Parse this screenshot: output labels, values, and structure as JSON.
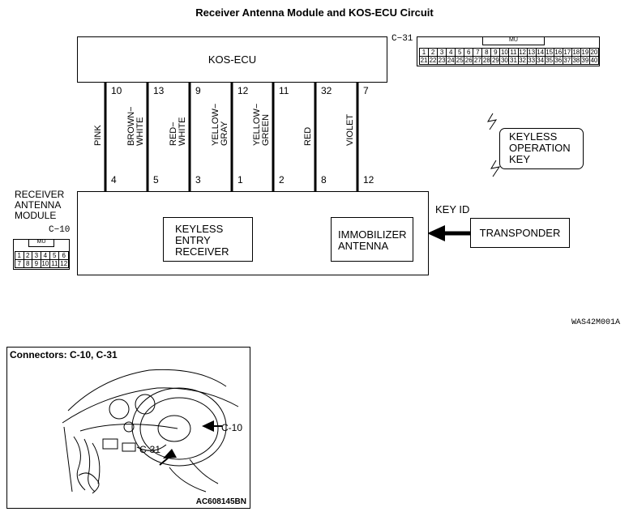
{
  "title": "Receiver Antenna  Module and KOS-ECU Circuit",
  "kos_ecu": {
    "label": "KOS-ECU",
    "connector_id": "C−31",
    "connector_tag": "MU",
    "connector_pins_row1": [
      "1",
      "2",
      "3",
      "4",
      "5",
      "6",
      "7",
      "8",
      "9",
      "10",
      "11",
      "12",
      "13",
      "14",
      "15",
      "16",
      "17",
      "18",
      "19",
      "20"
    ],
    "connector_pins_row2": [
      "21",
      "22",
      "23",
      "24",
      "25",
      "26",
      "27",
      "28",
      "29",
      "30",
      "31",
      "32",
      "33",
      "34",
      "35",
      "36",
      "37",
      "38",
      "39",
      "40"
    ]
  },
  "wires": [
    {
      "top_pin": "10",
      "color": "PINK",
      "bottom_pin": "4"
    },
    {
      "top_pin": "13",
      "color": "BROWN−\nWHITE",
      "bottom_pin": "5"
    },
    {
      "top_pin": "9",
      "color": "RED−\nWHITE",
      "bottom_pin": "3"
    },
    {
      "top_pin": "12",
      "color": "YELLOW−\nGRAY",
      "bottom_pin": "1"
    },
    {
      "top_pin": "11",
      "color": "YELLOW−\nGREEN",
      "bottom_pin": "2"
    },
    {
      "top_pin": "32",
      "color": "RED",
      "bottom_pin": "8"
    },
    {
      "top_pin": "7",
      "color": "VIOLET",
      "bottom_pin": "12"
    }
  ],
  "receiver_module": {
    "label": "RECEIVER\nANTENNA\nMODULE",
    "connector_id": "C−10",
    "connector_tag": "MU",
    "connector_pins_row1": [
      "1",
      "2",
      "3",
      "4",
      "5",
      "6"
    ],
    "connector_pins_row2": [
      "7",
      "8",
      "9",
      "10",
      "11",
      "12"
    ],
    "keyless_receiver_label": "KEYLESS\nENTRY\nRECEIVER",
    "immobilizer_label": "IMMOBILIZER\nANTENNA"
  },
  "keyless_key_label": "KEYLESS\nOPERATION\nKEY",
  "key_id_label": "KEY ID",
  "transponder_label": "TRANSPONDER",
  "diagram_ref": "WAS42M001A",
  "connectors_panel": {
    "title": "Connectors: C-10, C-31",
    "callout_c10": "C-10",
    "callout_c31": "C-31",
    "image_ref": "AC608145BN"
  }
}
